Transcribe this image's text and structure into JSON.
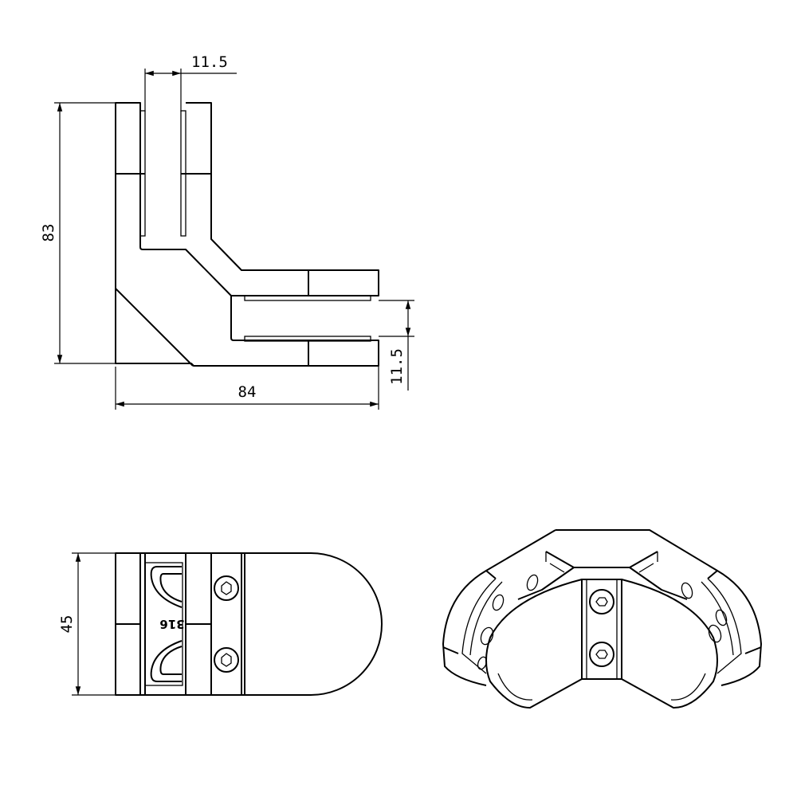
{
  "drawing": {
    "dimensions": {
      "glass_gap_top": "11.5",
      "height": "83",
      "width": "84",
      "glass_gap_right": "11.5",
      "depth": "45"
    },
    "material_mark": "316",
    "colors": {
      "line": "#000000",
      "background": "#ffffff"
    }
  }
}
